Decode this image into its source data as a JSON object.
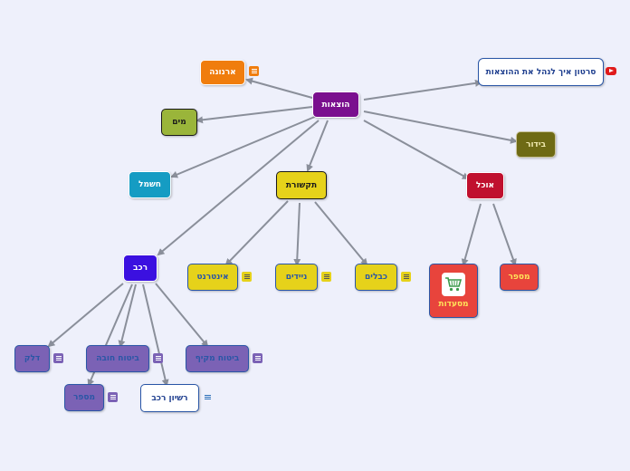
{
  "nodes": {
    "root": {
      "label": "הוצאות",
      "bg": "#7a0f8e",
      "fg": "#ffffff"
    },
    "arnona": {
      "label": "ארנונה",
      "bg": "#f07d0d",
      "fg": "#ffffff"
    },
    "mayim": {
      "label": "מים",
      "bg": "#9ab53a",
      "fg": "#1a1a1a"
    },
    "hashmal": {
      "label": "חשמל",
      "bg": "#159cc3",
      "fg": "#ffffff"
    },
    "tikshoret": {
      "label": "תקשורת",
      "bg": "#e6d21a",
      "fg": "#1a1a1a"
    },
    "video": {
      "label": "סרטון איך לנהל את ההוצאות",
      "bg": "#ffffff",
      "fg": "#1f3f8f"
    },
    "bidur": {
      "label": "בידור",
      "bg": "#6e6a14",
      "fg": "#f1eab0"
    },
    "ochel": {
      "label": "אוכל",
      "bg": "#c0102e",
      "fg": "#ffffff"
    },
    "supermarket": {
      "label": "מסעדות",
      "bg": "#e8443c",
      "fg": "#ffe45a"
    },
    "mispar_food": {
      "label": "מספר",
      "bg": "#e8443c",
      "fg": "#ffe45a"
    },
    "rechev": {
      "label": "רכב",
      "bg": "#3b10e0",
      "fg": "#ffffff"
    },
    "internet": {
      "label": "אינטרנט",
      "bg": "#e6d21a",
      "fg": "#2a56a6"
    },
    "nayadim": {
      "label": "ניידים",
      "bg": "#e6d21a",
      "fg": "#2a56a6"
    },
    "kvalim": {
      "label": "כבלים",
      "bg": "#e6d21a",
      "fg": "#2a56a6"
    },
    "delek": {
      "label": "דלק",
      "bg": "#7b62b5",
      "fg": "#2a56a6"
    },
    "bituach_hova": {
      "label": "ביטוח חובה",
      "bg": "#7b62b5",
      "fg": "#2a56a6"
    },
    "bituach_makif": {
      "label": "ביטוח מקיף",
      "bg": "#7b62b5",
      "fg": "#2a56a6"
    },
    "mispar_car": {
      "label": "מספר",
      "bg": "#7b62b5",
      "fg": "#2a56a6"
    },
    "rishayon": {
      "label": "רשיון רכב",
      "bg": "#ffffff",
      "fg": "#1f3f8f"
    }
  },
  "colors": {
    "edge": "#8a8f9a",
    "note_orange": "#f07d0d",
    "note_yellow": "#e6d21a",
    "note_purple": "#7b62b5",
    "youtube": "#e01b1b"
  },
  "icons": {
    "cart": "shopping-cart-icon",
    "video": "youtube-icon",
    "note": "notes-icon"
  }
}
